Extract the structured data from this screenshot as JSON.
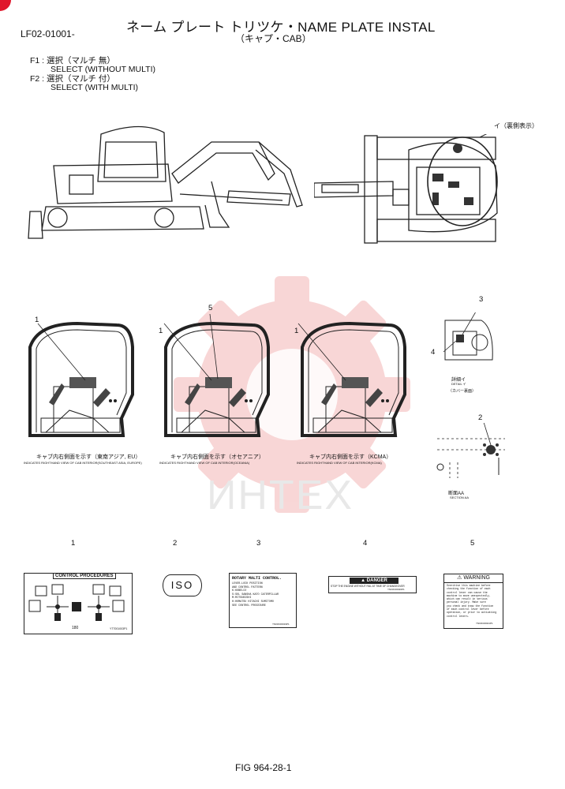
{
  "header": {
    "title": "ネーム プレート トリツケ・NAME PLATE INSTAL",
    "subtitle": "（キャプ・CAB）",
    "code": "LF02-01001-"
  },
  "options": [
    {
      "key": "F1 :",
      "jp": "選択（マルチ 無）",
      "en": "SELECT (WITHOUT MULTI)"
    },
    {
      "key": "F2 :",
      "jp": "選択（マルチ 付）",
      "en": "SELECT (WITH MULTI)"
    }
  ],
  "top_view_note": "イ（裏側表示）",
  "cab_views": [
    {
      "num": "1",
      "caption": "キャブ内右側面を示す（東南アジア, EU）",
      "sub": "INDICATES RIGHTHAND VIEW OF CAB INTERIOR(SOUTHEAST ASIA, EUROPE)"
    },
    {
      "num": "1",
      "num2": "5",
      "caption": "キャブ内右側面を示す（オセアニア）",
      "sub": "INDICATES RIGHTHAND VIEW OF CAB INTERIOR(OCEANIA)"
    },
    {
      "num": "1",
      "caption": "キャブ内右側面を示す（KCMA）",
      "sub": "INDICATES RIGHTHAND VIEW OF CAB INTERIOR(KCMA)"
    }
  ],
  "detail": {
    "num3": "3",
    "num4": "4",
    "label": "詳細イ",
    "label_en": "DETAIL イ",
    "note": "（カバー裏面）"
  },
  "section": {
    "num": "2",
    "label": "断面AA",
    "label_en": "SECTION AA"
  },
  "watermark": "ИНТЕХ",
  "plates": [
    {
      "num": "1",
      "title": "CONTROL PROCEDURES",
      "footer": "180",
      "part": "YT7001003P1"
    },
    {
      "num": "2",
      "text": "ISO"
    },
    {
      "num": "3",
      "title": "ROTARY MALTI CONTROL.",
      "lines": [
        "LEVER-LOCK POSITION",
        "AND CONTROL PATTERN",
        "K:KOBELCO",
        "S:SOL SANSHA KATO CATERPILLAR",
        "M:MITSUBISHI",
        "H:HOMATSU HITACHI SUMITOMO",
        "SEE CONTROL PROCEDURE"
      ],
      "part": "YN03C00019P1"
    },
    {
      "num": "4",
      "title": "DANGER",
      "text": "STOP THE ENGINE WITHOUT FAIL AT TIME OF CHANGEOVER",
      "part": "YN03C00020P1"
    },
    {
      "num": "5",
      "title": "WARNING",
      "lines": [
        "Overdrive this machine before",
        "checking the function of each",
        "control lever can cause the",
        "machine to move unexpectedly,",
        "which can result in serious",
        "personal injury. Make sure",
        "you check and know the function",
        "of each control lever before",
        "operation, or prior to activating",
        "control levers."
      ],
      "part": "YN03C00021P1"
    }
  ],
  "footer": {
    "fig": "FIG 964-28-1"
  }
}
